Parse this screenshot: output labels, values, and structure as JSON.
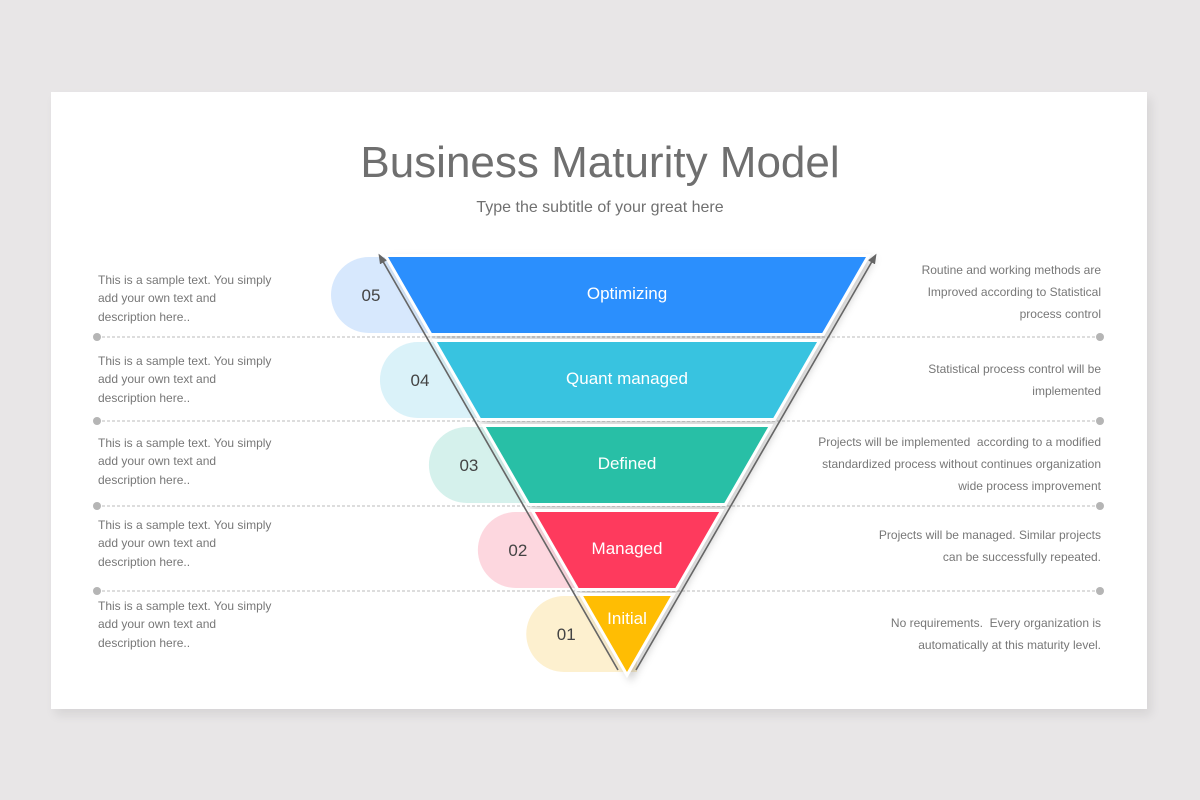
{
  "title": "Business Maturity Model",
  "subtitle": "Type the subtitle of your great here",
  "levels": [
    {
      "number": "05",
      "label": "Optimizing",
      "color": "#2b8ffd",
      "tint": "#d7e8fd",
      "left_text": "This is a sample text. You simply add your own text and description here..",
      "right_text": [
        "Routine and working methods are",
        "Improved according to Statistical",
        "process control"
      ]
    },
    {
      "number": "04",
      "label": "Quant managed",
      "color": "#38c3e0",
      "tint": "#daf2f9",
      "left_text": "This is a sample text. You simply add your own text and description here..",
      "right_text": [
        "Statistical process control will be",
        "implemented"
      ]
    },
    {
      "number": "03",
      "label": "Defined",
      "color": "#28bfa6",
      "tint": "#d5f1ec",
      "left_text": "This is a sample text. You simply add your own text and description here..",
      "right_text": [
        "Projects will be implemented  according to a modified",
        "standardized process without continues organization",
        "wide process improvement"
      ]
    },
    {
      "number": "02",
      "label": "Managed",
      "color": "#fe3a5d",
      "tint": "#fdd7df",
      "left_text": "This is a sample text. You simply add your own text and description here..",
      "right_text": [
        "Projects will be managed. Similar projects",
        "can be successfully repeated."
      ]
    },
    {
      "number": "01",
      "label": "Initial",
      "color": "#ffbd03",
      "tint": "#fdf0cf",
      "left_text": "This is a sample text. You simply add your own text and description here..",
      "right_text": [
        "No requirements.  Every organization is",
        "automatically at this maturity level."
      ]
    }
  ],
  "colors": {
    "divider": "#bbbbbb",
    "arrow": "#666666"
  }
}
